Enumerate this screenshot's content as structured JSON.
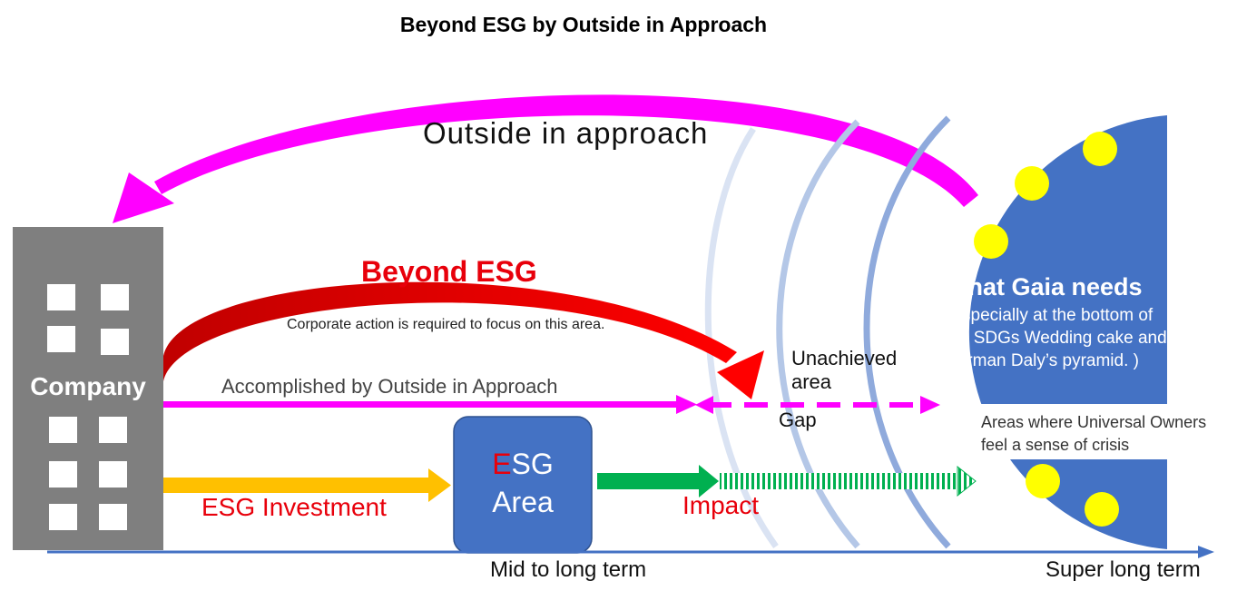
{
  "title": "Beyond ESG by Outside in Approach",
  "labels": {
    "outside_in": "Outside in approach",
    "beyond_esg": "Beyond ESG",
    "corporate_note": "Corporate action is required to focus on this area.",
    "accomplished": "Accomplished by Outside in Approach",
    "company": "Company",
    "esg_investment": "ESG Investment",
    "esg_area_e": "E",
    "esg_area_rest": "SG",
    "esg_area_line2": "Area",
    "impact": "Impact",
    "unachieved": "Unachieved area",
    "gap": "Gap",
    "gaia_title": "What Gaia needs",
    "gaia_desc": "(Especially at the bottom of the SDGs Wedding cake and Herman Daly’s pyramid. )",
    "universal_owners": "Areas where Universal Owners feel a sense of crisis",
    "mid_term": "Mid to long term",
    "super_term": "Super long term"
  },
  "colors": {
    "magenta": "#ff00ff",
    "red": "#e8000b",
    "dark_red": "#c00000",
    "orange": "#ffc000",
    "green": "#00b050",
    "blue_box": "#4472c4",
    "gray_building": "#7f7f7f",
    "sun_yellow": "#ffff00",
    "axis_blue": "#4472c4"
  },
  "icons": [
    "company-building-icon",
    "window-icon",
    "sun-dot-icon"
  ]
}
